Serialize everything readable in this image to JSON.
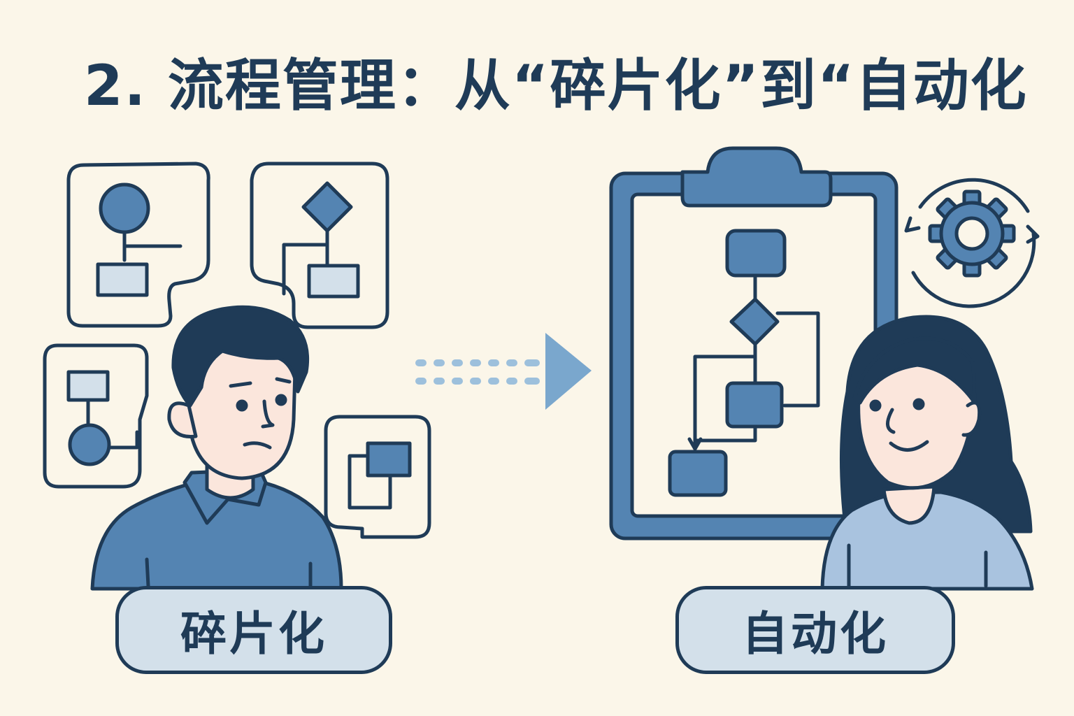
{
  "title": "2. 流程管理：从“碎片化”到“自动化",
  "left_label": "碎片化",
  "right_label": "自动化",
  "colors": {
    "background": "#fbf6e9",
    "outline": "#1f3b57",
    "primary_blue": "#5484b2",
    "light_blue": "#d3e0ea",
    "skin": "#fbe6dc",
    "arrow": "#7aa7cd"
  },
  "icons": {
    "fragment_cards": [
      "flowchart-fragment-icon",
      "flowchart-fragment-icon",
      "flowchart-fragment-icon",
      "flowchart-fragment-icon"
    ],
    "transition": "arrow-right-icon",
    "board": "clipboard-flowchart-icon",
    "automation": "gear-cycle-icon",
    "left_person": "worried-man-icon",
    "right_person": "smiling-woman-icon"
  }
}
